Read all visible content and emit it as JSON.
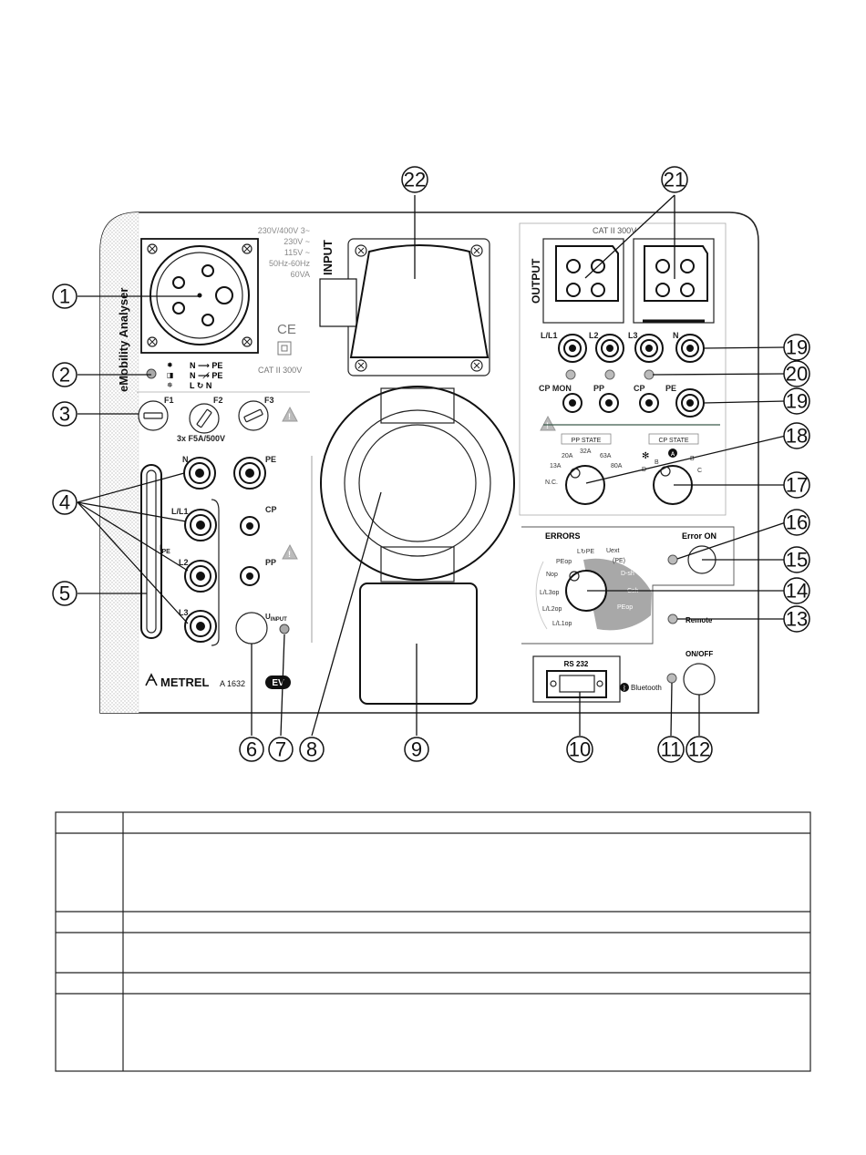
{
  "device": {
    "brand": "METREL",
    "model": "A 1632",
    "side_title": "eMobility Analyser",
    "ev_logo": "EV",
    "input_label": "INPUT",
    "output_label": "OUTPUT",
    "cat_input": "CAT II 300V",
    "cat_output": "CAT II 300V",
    "ce_mark": "CE",
    "spec_lines": [
      "230V/400V 3~",
      "230V ~",
      "115V ~",
      "50Hz-60Hz",
      "60VA"
    ],
    "led_legend": [
      "N ⟶ PE",
      "N ⟶̸ PE",
      "L ↻ N"
    ],
    "fuses": {
      "labels": [
        "F1",
        "F2",
        "F3"
      ],
      "rating": "3x F5A/500V"
    },
    "left_terminals": {
      "n": "N",
      "l1": "L/L1",
      "l2": "L2",
      "l3": "L3",
      "pe": "PE",
      "cp": "CP",
      "pp": "PP",
      "ipe": "IPE",
      "ipe_main": "I",
      "ipe_sub": "PE",
      "uinput": "U",
      "uinput_sub": "INPUT"
    },
    "output_terminals": {
      "l1": "L/L1",
      "l2": "L2",
      "l3": "L3",
      "n": "N",
      "cpmon": "CP MON",
      "pp": "PP",
      "cp": "CP",
      "pe": "PE"
    },
    "pp_state": {
      "title": "PP STATE",
      "positions": [
        "N.C.",
        "13A",
        "20A",
        "32A",
        "63A",
        "80A"
      ]
    },
    "cp_state": {
      "title": "CP STATE",
      "positions": [
        "A",
        "B",
        "C",
        "D"
      ]
    },
    "errors": {
      "title": "ERRORS",
      "positions": [
        "PEop",
        "L↻PE",
        "Uext (PE)",
        "Nop",
        "L/L3op",
        "L/L2op",
        "L/L1op"
      ],
      "shaded": [
        "D-sh",
        "Csh",
        "PEop"
      ],
      "uext_main": "Uext",
      "uext_sub": "(PE)"
    },
    "error_on": "Error ON",
    "remote": "Remote",
    "rs232": "RS 232",
    "bluetooth": "Bluetooth",
    "on_off": "ON/OFF"
  },
  "callouts": [
    "1",
    "2",
    "3",
    "4",
    "5",
    "6",
    "7",
    "8",
    "9",
    "10",
    "11",
    "12",
    "13",
    "14",
    "15",
    "16",
    "17",
    "18",
    "19",
    "19",
    "20",
    "21",
    "22"
  ],
  "legend_table": {
    "rows": [
      {
        "key": "",
        "desc": ""
      },
      {
        "key": "",
        "desc": ""
      },
      {
        "key": "",
        "desc": ""
      },
      {
        "key": "",
        "desc": ""
      },
      {
        "key": "",
        "desc": ""
      },
      {
        "key": "",
        "desc": ""
      }
    ]
  }
}
